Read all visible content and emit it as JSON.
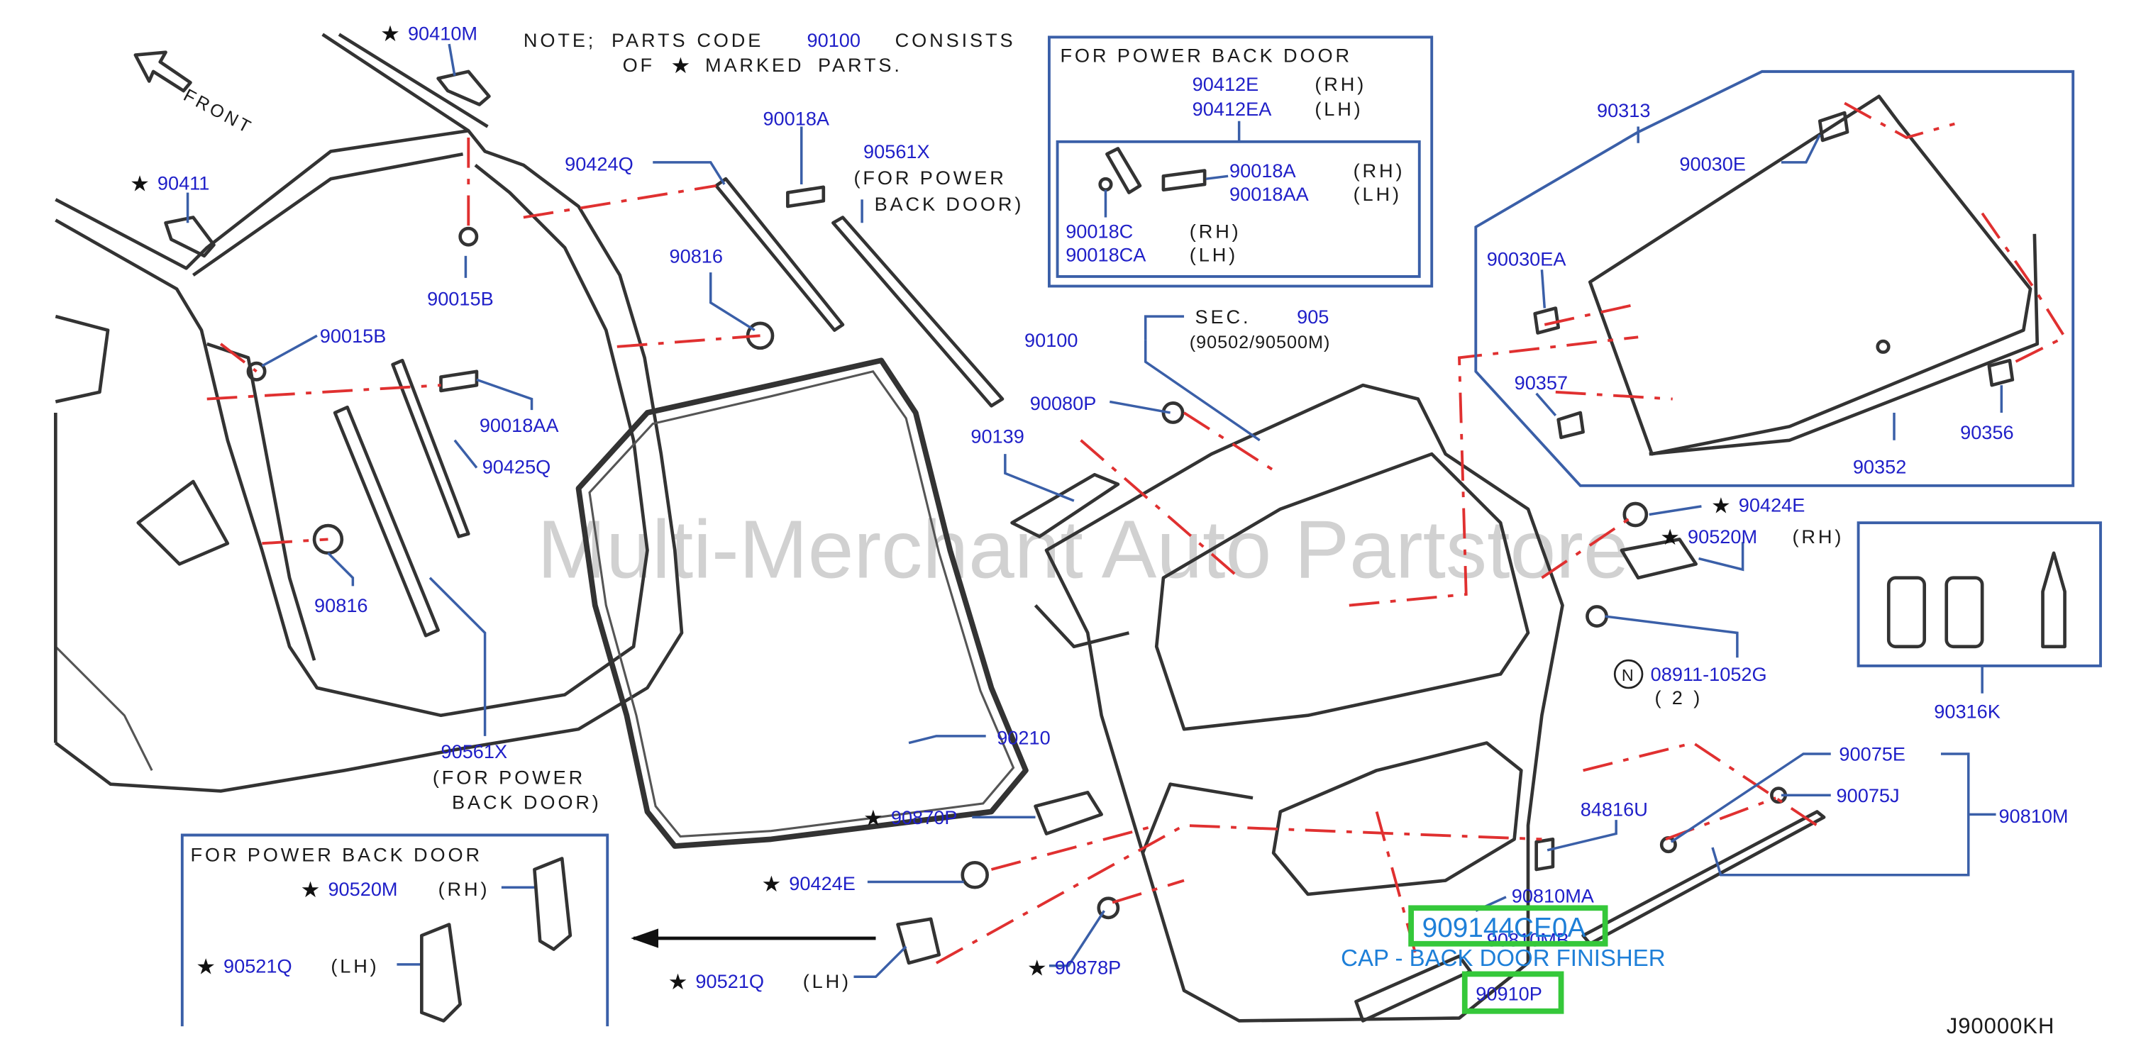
{
  "note": {
    "line1_a": "NOTE;",
    "line1_b": "PARTS",
    "line1_c": "CODE",
    "line1_code": "90100",
    "line1_d": "CONSISTS",
    "line2_a": "OF",
    "line2_star": "★",
    "line2_b": "MARKED",
    "line2_c": "PARTS."
  },
  "front_label": "FRONT",
  "diagram_code": "J90000KH",
  "watermark": "Multi-Merchant Auto Partstore",
  "power_back_door_box_top": {
    "title": "FOR POWER BACK DOOR",
    "p1": "90412E",
    "p1_side": "(RH)",
    "p2": "90412EA",
    "p2_side": "(LH)",
    "p3": "90018A",
    "p3_side": "(RH)",
    "p4": "90018AA",
    "p4_side": "(LH)",
    "p5": "90018C",
    "p5_side": "(RH)",
    "p6": "90018CA",
    "p6_side": "(LH)"
  },
  "power_back_door_box_bottom": {
    "title": "FOR POWER BACK DOOR",
    "p1": "90520M",
    "p1_side": "(RH)",
    "p2": "90521Q",
    "p2_side": "(LH)"
  },
  "parts": {
    "p90410M": "90410M",
    "p90411": "90411",
    "p90424Q": "90424Q",
    "p90018A": "90018A",
    "p90561X_top": "90561X",
    "for_power_1": "(FOR POWER",
    "back_door_1": "BACK DOOR)",
    "p90816_top": "90816",
    "p90015B_top": "90015B",
    "p90015B_mid": "90015B",
    "p90018AA": "90018AA",
    "p90425Q": "90425Q",
    "p90816_bot": "90816",
    "p90561X_bot": "90561X",
    "for_power_2": "(FOR POWER",
    "back_door_2": "BACK DOOR)",
    "p90100": "90100",
    "sec_label": "SEC.",
    "sec_num": "905",
    "sec_sub": "(90502/90500M)",
    "p90080P": "90080P",
    "p90139": "90139",
    "p90210": "90210",
    "p90870P": "90870P",
    "p90424E_left": "90424E",
    "p90521Q_main": "90521Q",
    "p90521Q_main_side": "(LH)",
    "p90878P": "90878P",
    "p84816U": "84816U",
    "p90810MA": "90810MA",
    "p90810MB": "90810MB",
    "p90910P": "90910P",
    "p90313": "90313",
    "p90030E": "90030E",
    "p90030EA": "90030EA",
    "p90357": "90357",
    "p90352": "90352",
    "p90356": "90356",
    "p90424E_right": "90424E",
    "p90520M_right": "90520M",
    "p90520M_right_side": "(RH)",
    "n_symbol": "N",
    "p08911": "08911-1052G",
    "p08911_qty": "( 2 )",
    "p90316K": "90316K",
    "p90075E": "90075E",
    "p90075J": "90075J",
    "p90810M": "90810M"
  },
  "highlight": {
    "part_number": "909144CE0A",
    "caption": "CAP - BACK DOOR FINISHER",
    "selected_code": "90910P"
  },
  "colors": {
    "label_blue": "#1f1fc8",
    "guide_red": "#e03030",
    "leader_blue": "#3a5fa8",
    "highlight_green": "#35c83a",
    "caption_blue": "#1e7fd8"
  }
}
